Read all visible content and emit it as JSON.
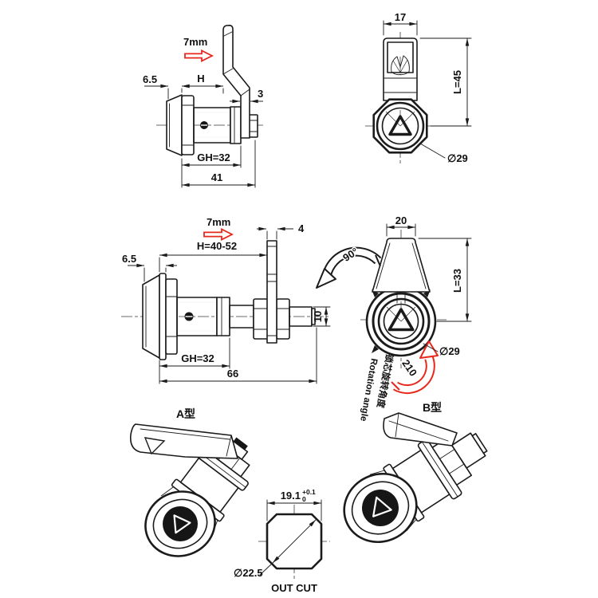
{
  "drawing": {
    "background": "#ffffff",
    "line_color": "#1b1b1b",
    "accent_red": "#e8281d",
    "side_a": {
      "offset": "7mm",
      "head_depth": "6.5",
      "grip": "H",
      "cam_thickness": "3",
      "body_length": "GH=32",
      "total_length": "41"
    },
    "front_a": {
      "width": "17",
      "length": "L=45",
      "diameter": "∅29"
    },
    "side_b": {
      "offset": "7mm",
      "cam_thickness": "4",
      "grip_range": "H=40-52",
      "head_depth": "6.5",
      "thread_diameter": "10",
      "body_length": "GH=32",
      "total_length": "66"
    },
    "front_b": {
      "knob_width": "20",
      "length": "L=33",
      "diameter": "∅29",
      "open_angle": "90°",
      "rotation_value": "210",
      "rotation_label_en": "Rotation angle",
      "rotation_label_zh": "锁芯旋转角度"
    },
    "iso_a_label": "A型",
    "iso_b_label": "B型",
    "cutout": {
      "width": "19.1",
      "tol_upper": "+0.1",
      "tol_lower": "0",
      "diagonal": "∅22.5",
      "caption": "OUT CUT"
    }
  }
}
